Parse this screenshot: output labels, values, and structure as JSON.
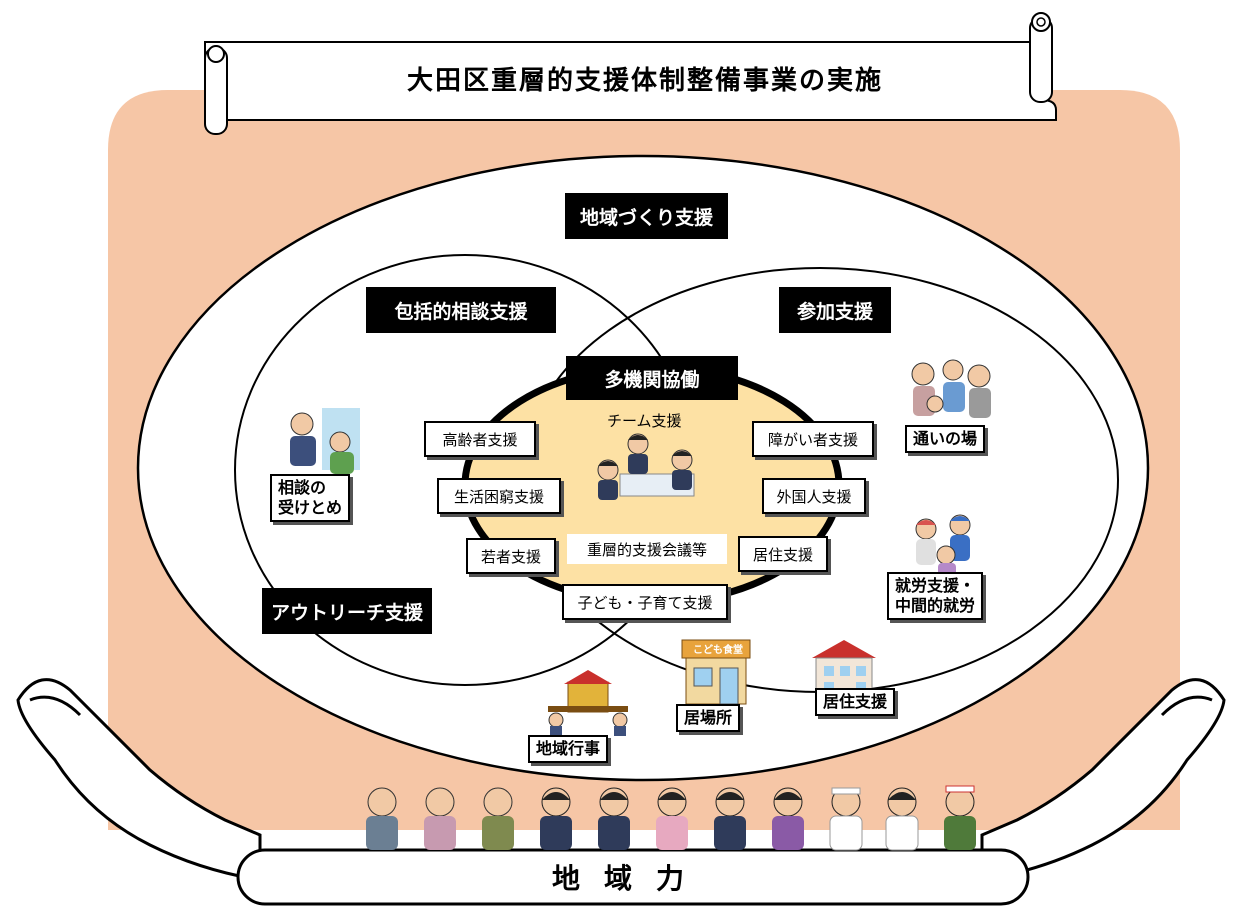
{
  "title": "大田区重層的支援体制整備事業の実施",
  "sections": {
    "community": "地域づくり支援",
    "consultation": "包括的相談支援",
    "participation": "参加支援",
    "collaboration": "多機関協働",
    "outreach": "アウトリーチ支援"
  },
  "center": {
    "team": "チーム支援",
    "meeting": "重層的支援会議等"
  },
  "categories": {
    "elderly": "高齢者支援",
    "poverty": "生活困窮支援",
    "youth": "若者支援",
    "disability": "障がい者支援",
    "foreigner": "外国人支援",
    "housing": "居住支援",
    "children": "子ども・子育て支援"
  },
  "captions": {
    "consult_line1": "相談の",
    "consult_line2": "受けとめ",
    "gathering": "通いの場",
    "employment_line1": "就労支援・",
    "employment_line2": "中間的就労",
    "local_event": "地域行事",
    "ibasho": "居場所",
    "housing_support": "居住支援",
    "kodomo_sign": "こども食堂"
  },
  "footer": "地域力",
  "colors": {
    "peach": "#F6C6A6",
    "inner_yellow": "#FDE1A4",
    "black": "#000000"
  }
}
